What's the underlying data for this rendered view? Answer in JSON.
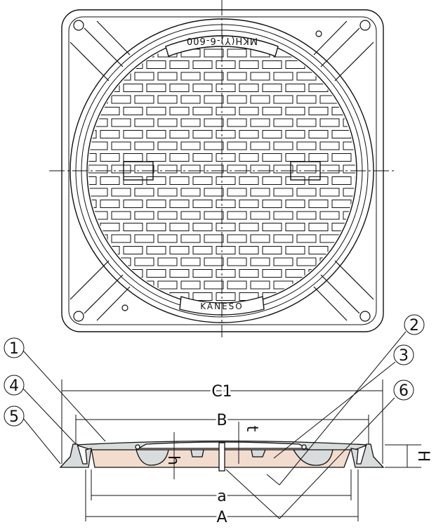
{
  "plan_view": {
    "cover_marking_top": "MKH(Y)-6-600",
    "cover_marking_bottom": "KANESO"
  },
  "section_view": {
    "dimensions": {
      "C1": "C1",
      "B": "B",
      "a": "a",
      "A": "A",
      "H": "H",
      "h": "h",
      "t": "t"
    },
    "callouts": [
      "1",
      "2",
      "3",
      "4",
      "5",
      "6"
    ],
    "colors": {
      "frame": "#d9dcdc",
      "concrete_fill": "#f2dccd",
      "line": "#111111"
    }
  }
}
